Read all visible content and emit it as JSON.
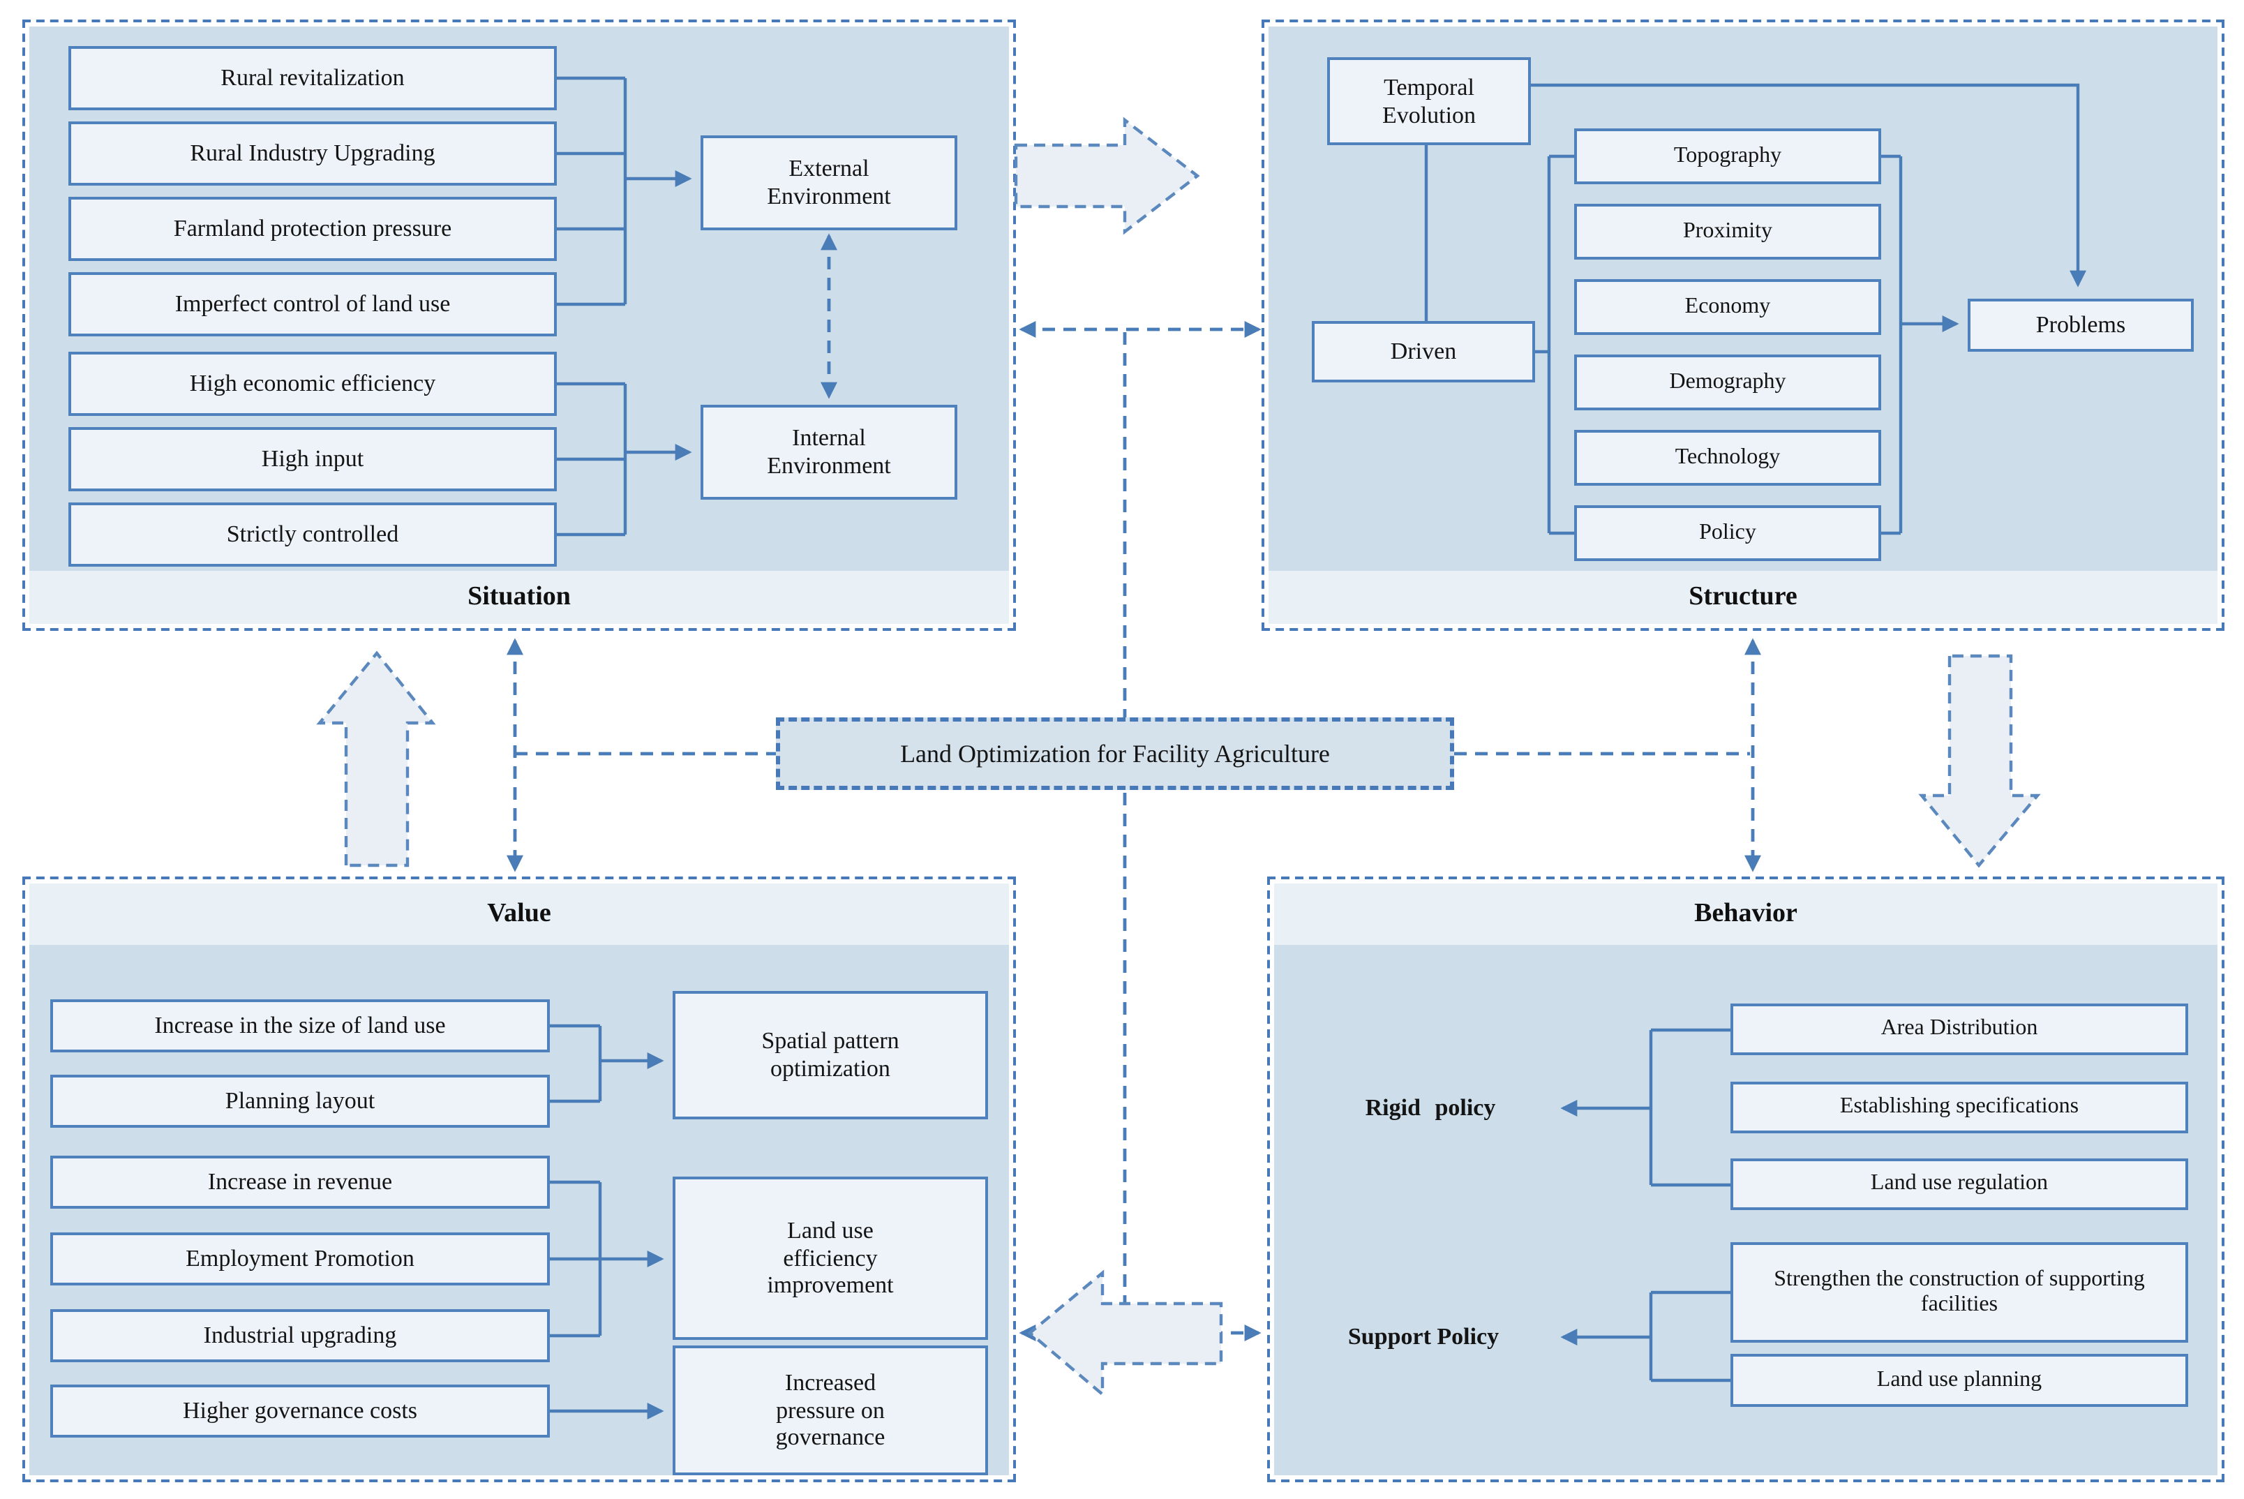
{
  "colors": {
    "accent_border": "#4f81bd",
    "dashed_border": "#4779b8",
    "connector": "#4a7cb8",
    "quadrant_panel": "#cddeea",
    "label_strip": "#e9f1f7",
    "node_fill": "#edf3f9",
    "center_fill": "#d5e2ec",
    "block_arrow_fill": "#e9eff5",
    "text": "#141414"
  },
  "center": {
    "title": "Land Optimization for Facility Agriculture"
  },
  "situation": {
    "title": "Situation",
    "factors": [
      "Rural revitalization",
      "Rural Industry Upgrading",
      "Farmland protection pressure",
      "Imperfect control of land use",
      "High economic efficiency",
      "High input",
      "Strictly controlled"
    ],
    "external": "External\nEnvironment",
    "internal": "Internal\nEnvironment"
  },
  "structure": {
    "title": "Structure",
    "temporal": "Temporal\nEvolution",
    "driven": "Driven",
    "drivers": [
      "Topography",
      "Proximity",
      "Economy",
      "Demography",
      "Technology",
      "Policy"
    ],
    "problems": "Problems"
  },
  "value": {
    "title": "Value",
    "factors": [
      "Increase in the size of land use",
      "Planning layout",
      "Increase in revenue",
      "Employment Promotion",
      "Industrial upgrading",
      "Higher governance costs"
    ],
    "outcomes": [
      "Spatial pattern\noptimization",
      "Land use\nefficiency\nimprovement",
      "Increased\npressure on\ngovernance"
    ]
  },
  "behavior": {
    "title": "Behavior",
    "rigid_policy": "Rigid policy",
    "rigid_items": [
      "Area Distribution",
      "Establishing specifications",
      "Land use regulation"
    ],
    "support_policy": "Support Policy",
    "support_items": [
      "Strengthen the construction of supporting facilities",
      "Land use planning"
    ]
  },
  "relations": [
    "situation-factors -> external/internal environment",
    "temporal-evolution -> driven -> drivers -> problems",
    "value-factors -> spatial/efficiency/governance outcomes",
    "rigid and support policies <- behavior measures",
    "center links all four quadrants with dashed connectors"
  ]
}
